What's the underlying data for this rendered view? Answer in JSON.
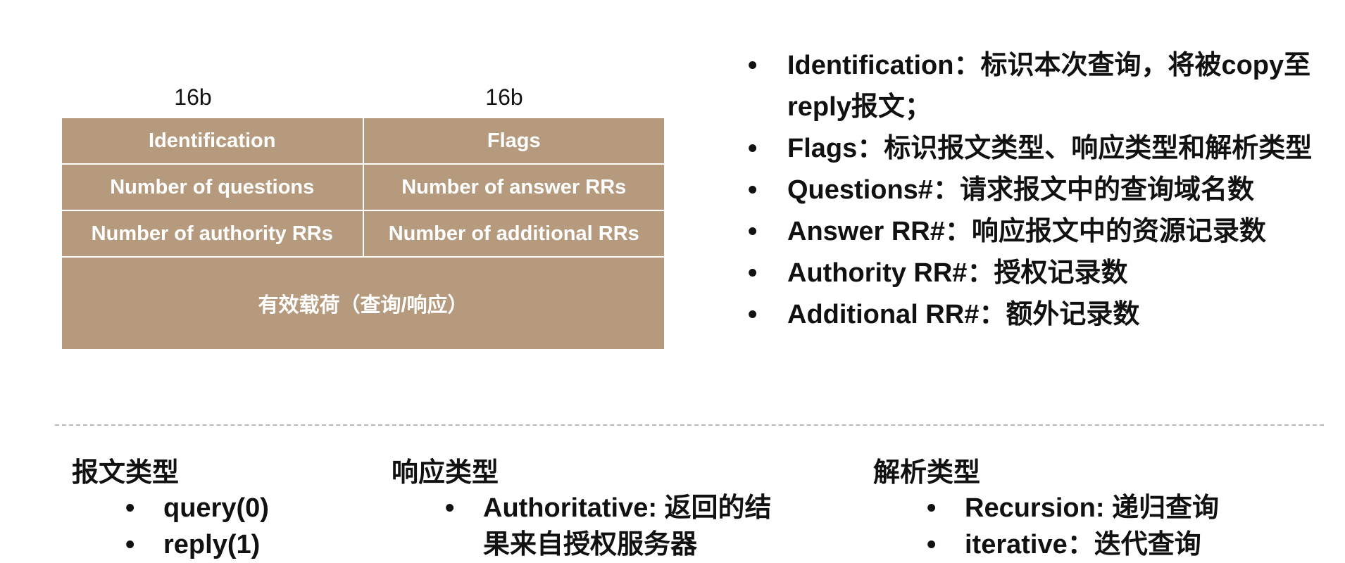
{
  "field_widths": {
    "left": "16b",
    "right": "16b"
  },
  "dns_header": {
    "rows": [
      [
        "Identification",
        "Flags"
      ],
      [
        "Number of questions",
        "Number of answer RRs"
      ],
      [
        "Number of authority RRs",
        "Number of additional RRs"
      ]
    ],
    "payload": "有效载荷（查询/响应）"
  },
  "field_notes": {
    "bullet": "•",
    "items": [
      "Identification：标识本次查询，将被copy至reply报文；",
      "Flags：标识报文类型、响应类型和解析类型",
      "Questions#：请求报文中的查询域名数",
      "Answer RR#：响应报文中的资源记录数",
      "Authority RR#：授权记录数",
      "Additional RR#：额外记录数"
    ]
  },
  "types": {
    "message": {
      "title": "报文类型",
      "items": [
        "query(0)",
        "reply(1)"
      ]
    },
    "response": {
      "title": "响应类型",
      "items": [
        "Authoritative: 返回的结果来自授权服务器"
      ]
    },
    "resolution": {
      "title": "解析类型",
      "items": [
        "Recursion: 递归查询",
        "iterative：迭代查询"
      ]
    }
  },
  "colors": {
    "table_fill": "#b59a7e",
    "table_text": "#ffffff",
    "divider": "#b8b8b8"
  }
}
